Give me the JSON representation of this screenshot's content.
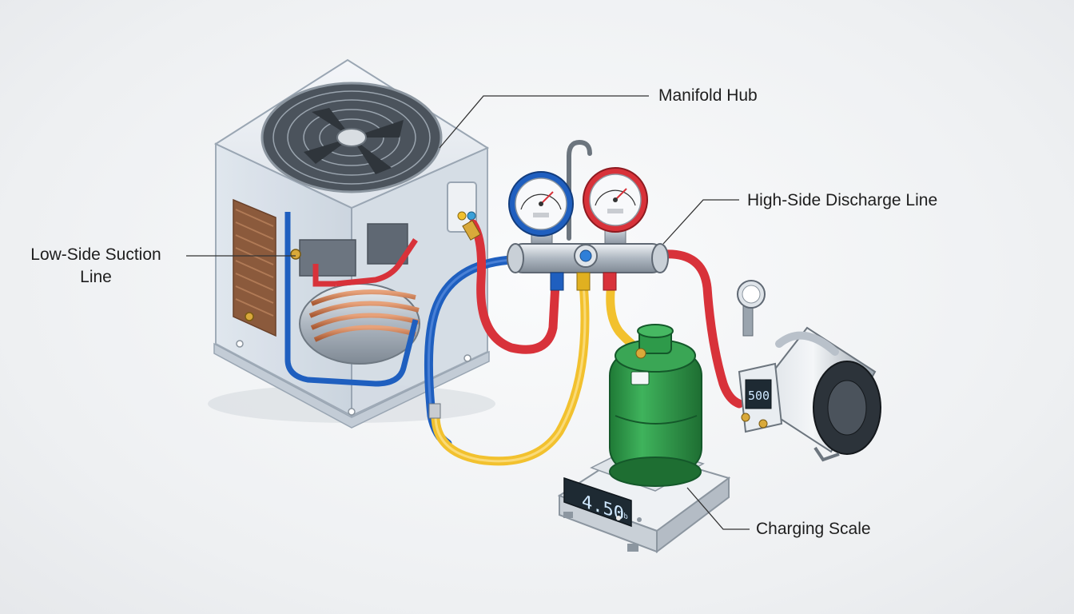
{
  "labels": {
    "manifold_hub": "Manifold Hub",
    "high_side_line": "High-Side Discharge Line",
    "low_side_line": "Low-Side Suction Line",
    "charging_scale": "Charging Scale"
  },
  "displays": {
    "scale_reading": "4.50",
    "scale_unit": "lb",
    "pump_reading": "500"
  },
  "colors": {
    "low_side_hose": "#1f5fbf",
    "high_side_hose": "#d8323a",
    "service_hose": "#f2c12e",
    "refrigerant_tank": "#2e9a4a",
    "callout_line": "#333333"
  }
}
